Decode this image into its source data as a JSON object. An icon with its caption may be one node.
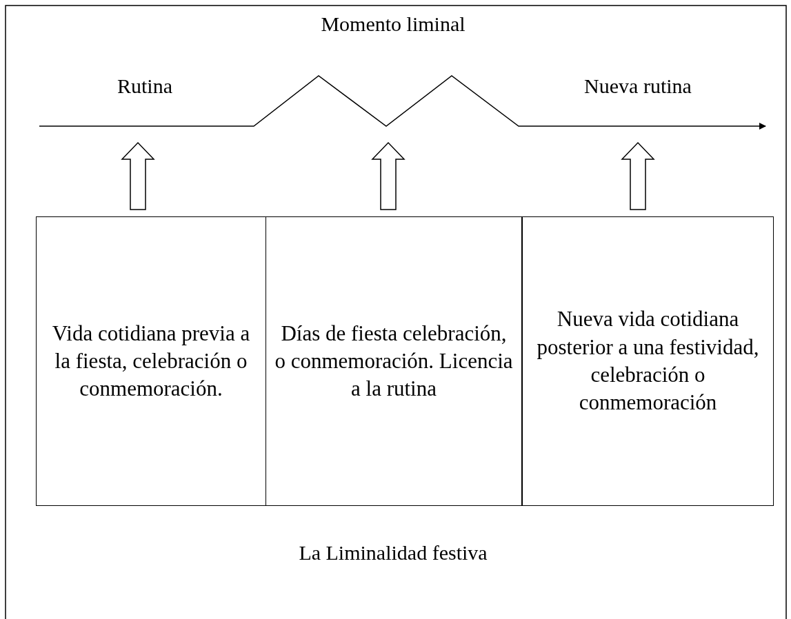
{
  "diagram": {
    "caption": "La Liminalidad festiva",
    "nodes": [
      {
        "text": [
          "Vida cotidiana previa a la fiesta, celebración o conmemoración."
        ]
      },
      {
        "text": [
          "Días de fiesta celebración, o conmemoración. Licencia a la rutina"
        ]
      },
      {
        "text": [
          "Nueva vida cotidiana posterior a una festividad, celebración o conmemoración"
        ]
      }
    ],
    "edges": [
      {
        "from": 0,
        "to": null,
        "arrow": "to"
      },
      {
        "from": 1,
        "to": null,
        "arrow": "to"
      },
      {
        "from": 2,
        "to": null,
        "arrow": "to"
      }
    ],
    "labels": [
      "Momento liminal",
      "Rutina",
      "Nueva rutina"
    ]
  }
}
